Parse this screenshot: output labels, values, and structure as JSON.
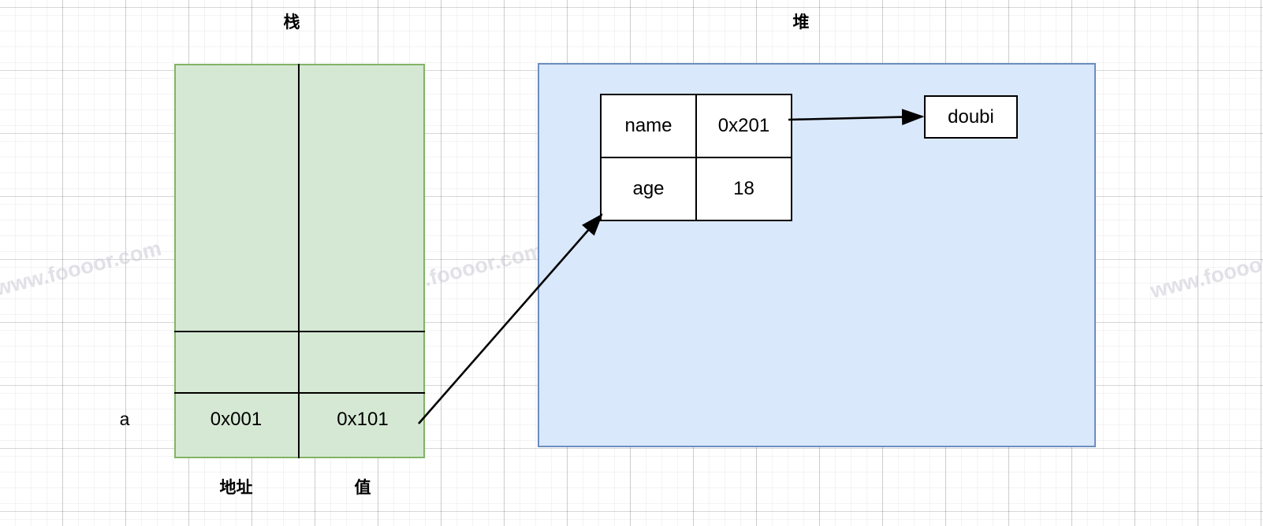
{
  "diagram": {
    "watermark_text": "www.foooor.com",
    "colors": {
      "stack_fill": "#d5e8d4",
      "stack_stroke": "#82b366",
      "heap_fill": "#dae8fc",
      "heap_stroke": "#6c8ebf",
      "box_fill": "#ffffff",
      "line": "#000000"
    },
    "stack": {
      "title": "栈",
      "variable_label": "a",
      "column_headers": [
        "地址",
        "值"
      ],
      "rows": [
        {
          "address": "",
          "value": ""
        },
        {
          "address": "",
          "value": ""
        },
        {
          "address": "0x001",
          "value": "0x101"
        }
      ]
    },
    "heap": {
      "title": "堆",
      "object_table": {
        "rows": [
          {
            "field": "name",
            "value": "0x201"
          },
          {
            "field": "age",
            "value": "18"
          }
        ]
      },
      "string_box": {
        "label": "doubi"
      }
    },
    "arrows": [
      {
        "name": "stack-value-to-object",
        "from": "stack 0x101 cell",
        "to": "object table"
      },
      {
        "name": "name-pointer-to-string",
        "from": "0x201 cell",
        "to": "doubi box"
      }
    ]
  }
}
